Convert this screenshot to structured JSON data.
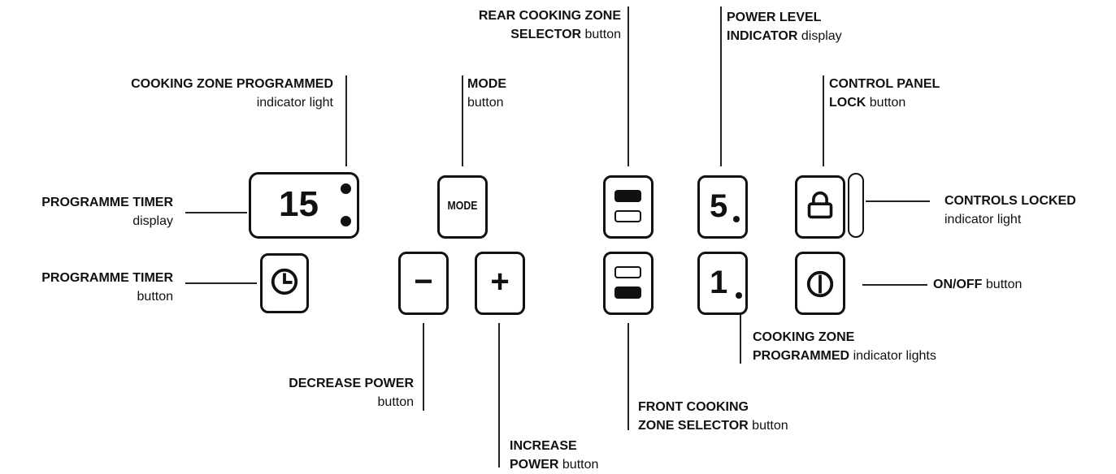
{
  "labels": {
    "programmed_indicator": {
      "bold": "COOKING ZONE PROGRAMMED",
      "rest": "indicator light"
    },
    "mode": {
      "bold": "MODE",
      "rest": "button"
    },
    "rear_selector": {
      "bold1": "REAR COOKING ZONE",
      "bold2": "SELECTOR",
      "rest": "button"
    },
    "power_level": {
      "bold1": "POWER LEVEL",
      "bold2": "INDICATOR",
      "rest": "display"
    },
    "panel_lock": {
      "bold1": "CONTROL PANEL",
      "bold2": "LOCK",
      "rest": "button"
    },
    "timer_display": {
      "bold": "PROGRAMME TIMER",
      "rest": "display"
    },
    "controls_locked": {
      "bold": "CONTROLS LOCKED",
      "rest": "indicator light"
    },
    "timer_button": {
      "bold": "PROGRAMME TIMER",
      "rest": "button"
    },
    "on_off": {
      "bold": "ON/OFF",
      "rest": "button"
    },
    "zone_programmed_lights": {
      "bold1": "COOKING ZONE",
      "bold2": "PROGRAMMED",
      "rest": "indicator lights"
    },
    "decrease": {
      "bold": "DECREASE POWER",
      "rest": "button"
    },
    "front_selector": {
      "bold1": "FRONT COOKING",
      "bold2": "ZONE SELECTOR",
      "rest": "button"
    },
    "increase": {
      "bold1": "INCREASE",
      "bold2": "POWER",
      "rest": "button"
    }
  },
  "panel": {
    "timer_value": "15",
    "mode_text": "MODE",
    "power_rear": "5",
    "power_front": "1",
    "minus": "−",
    "plus": "+"
  },
  "icons": {
    "timer": "clock-icon",
    "lock": "padlock-icon",
    "power": "power-icon"
  }
}
